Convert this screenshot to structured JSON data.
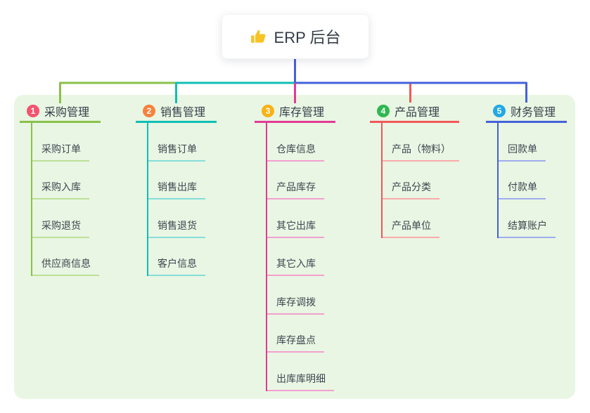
{
  "canvas": {
    "background": "#ffffff",
    "panel_background": "#e9f6e3",
    "root_connector": "#4561da"
  },
  "root": {
    "label": "ERP 后台",
    "icon": "thumbs-up-icon",
    "icon_color": "#f7c325"
  },
  "branches": [
    {
      "index": "1",
      "label": "采购管理",
      "color": "#89c14a",
      "light": "#bde098",
      "badge": "#f4536e",
      "children": [
        "采购订单",
        "采购入库",
        "采购退货",
        "供应商信息"
      ]
    },
    {
      "index": "2",
      "label": "销售管理",
      "color": "#0fbfb4",
      "light": "#85ded8",
      "badge": "#f8823c",
      "children": [
        "销售订单",
        "销售出库",
        "销售退货",
        "客户信息"
      ]
    },
    {
      "index": "3",
      "label": "库存管理",
      "color": "#e23a97",
      "light": "#f2a0cf",
      "badge": "#f9b214",
      "children": [
        "仓库信息",
        "产品库存",
        "其它出库",
        "其它入库",
        "库存调拨",
        "库存盘点",
        "出库库明细"
      ]
    },
    {
      "index": "4",
      "label": "产品管理",
      "color": "#f25858",
      "light": "#f9abab",
      "badge": "#2fb750",
      "children": [
        "产品（物料）",
        "产品分类",
        "产品单位"
      ]
    },
    {
      "index": "5",
      "label": "财务管理",
      "color": "#4561da",
      "light": "#9fadee",
      "badge": "#22a8e5",
      "children": [
        "回款单",
        "付款单",
        "结算账户"
      ]
    }
  ]
}
